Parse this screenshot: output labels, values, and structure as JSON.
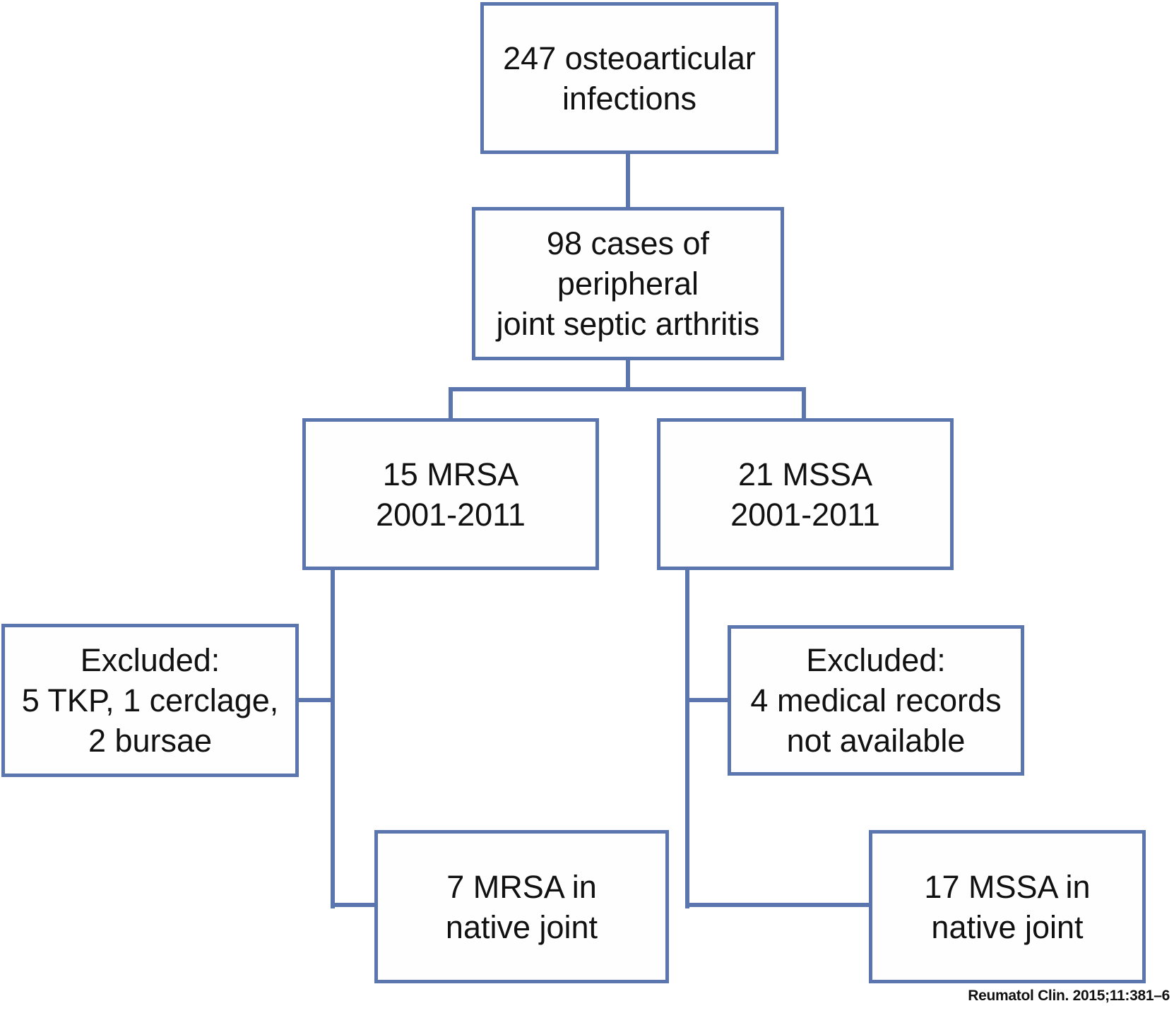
{
  "colors": {
    "line": "#5b76ae",
    "text": "#111111",
    "background": "#ffffff"
  },
  "boxes": {
    "total": {
      "lines": [
        "247 osteoarticular",
        "infections"
      ]
    },
    "peripheral": {
      "lines": [
        "98 cases of",
        "peripheral",
        "joint septic arthritis"
      ]
    },
    "mrsa": {
      "lines": [
        "15 MRSA",
        "2001-2011"
      ]
    },
    "mssa": {
      "lines": [
        "21 MSSA",
        "2001-2011"
      ]
    },
    "excluded_mrsa": {
      "lines": [
        "Excluded:",
        "5 TKP, 1 cerclage,",
        "2 bursae"
      ]
    },
    "excluded_mssa": {
      "lines": [
        "Excluded:",
        "4 medical records",
        "not available"
      ]
    },
    "mrsa_native": {
      "lines": [
        "7 MRSA in",
        "native joint"
      ]
    },
    "mssa_native": {
      "lines": [
        "17 MSSA in",
        "native joint"
      ]
    }
  },
  "citation": "Reumatol Clin. 2015;11:381–6"
}
